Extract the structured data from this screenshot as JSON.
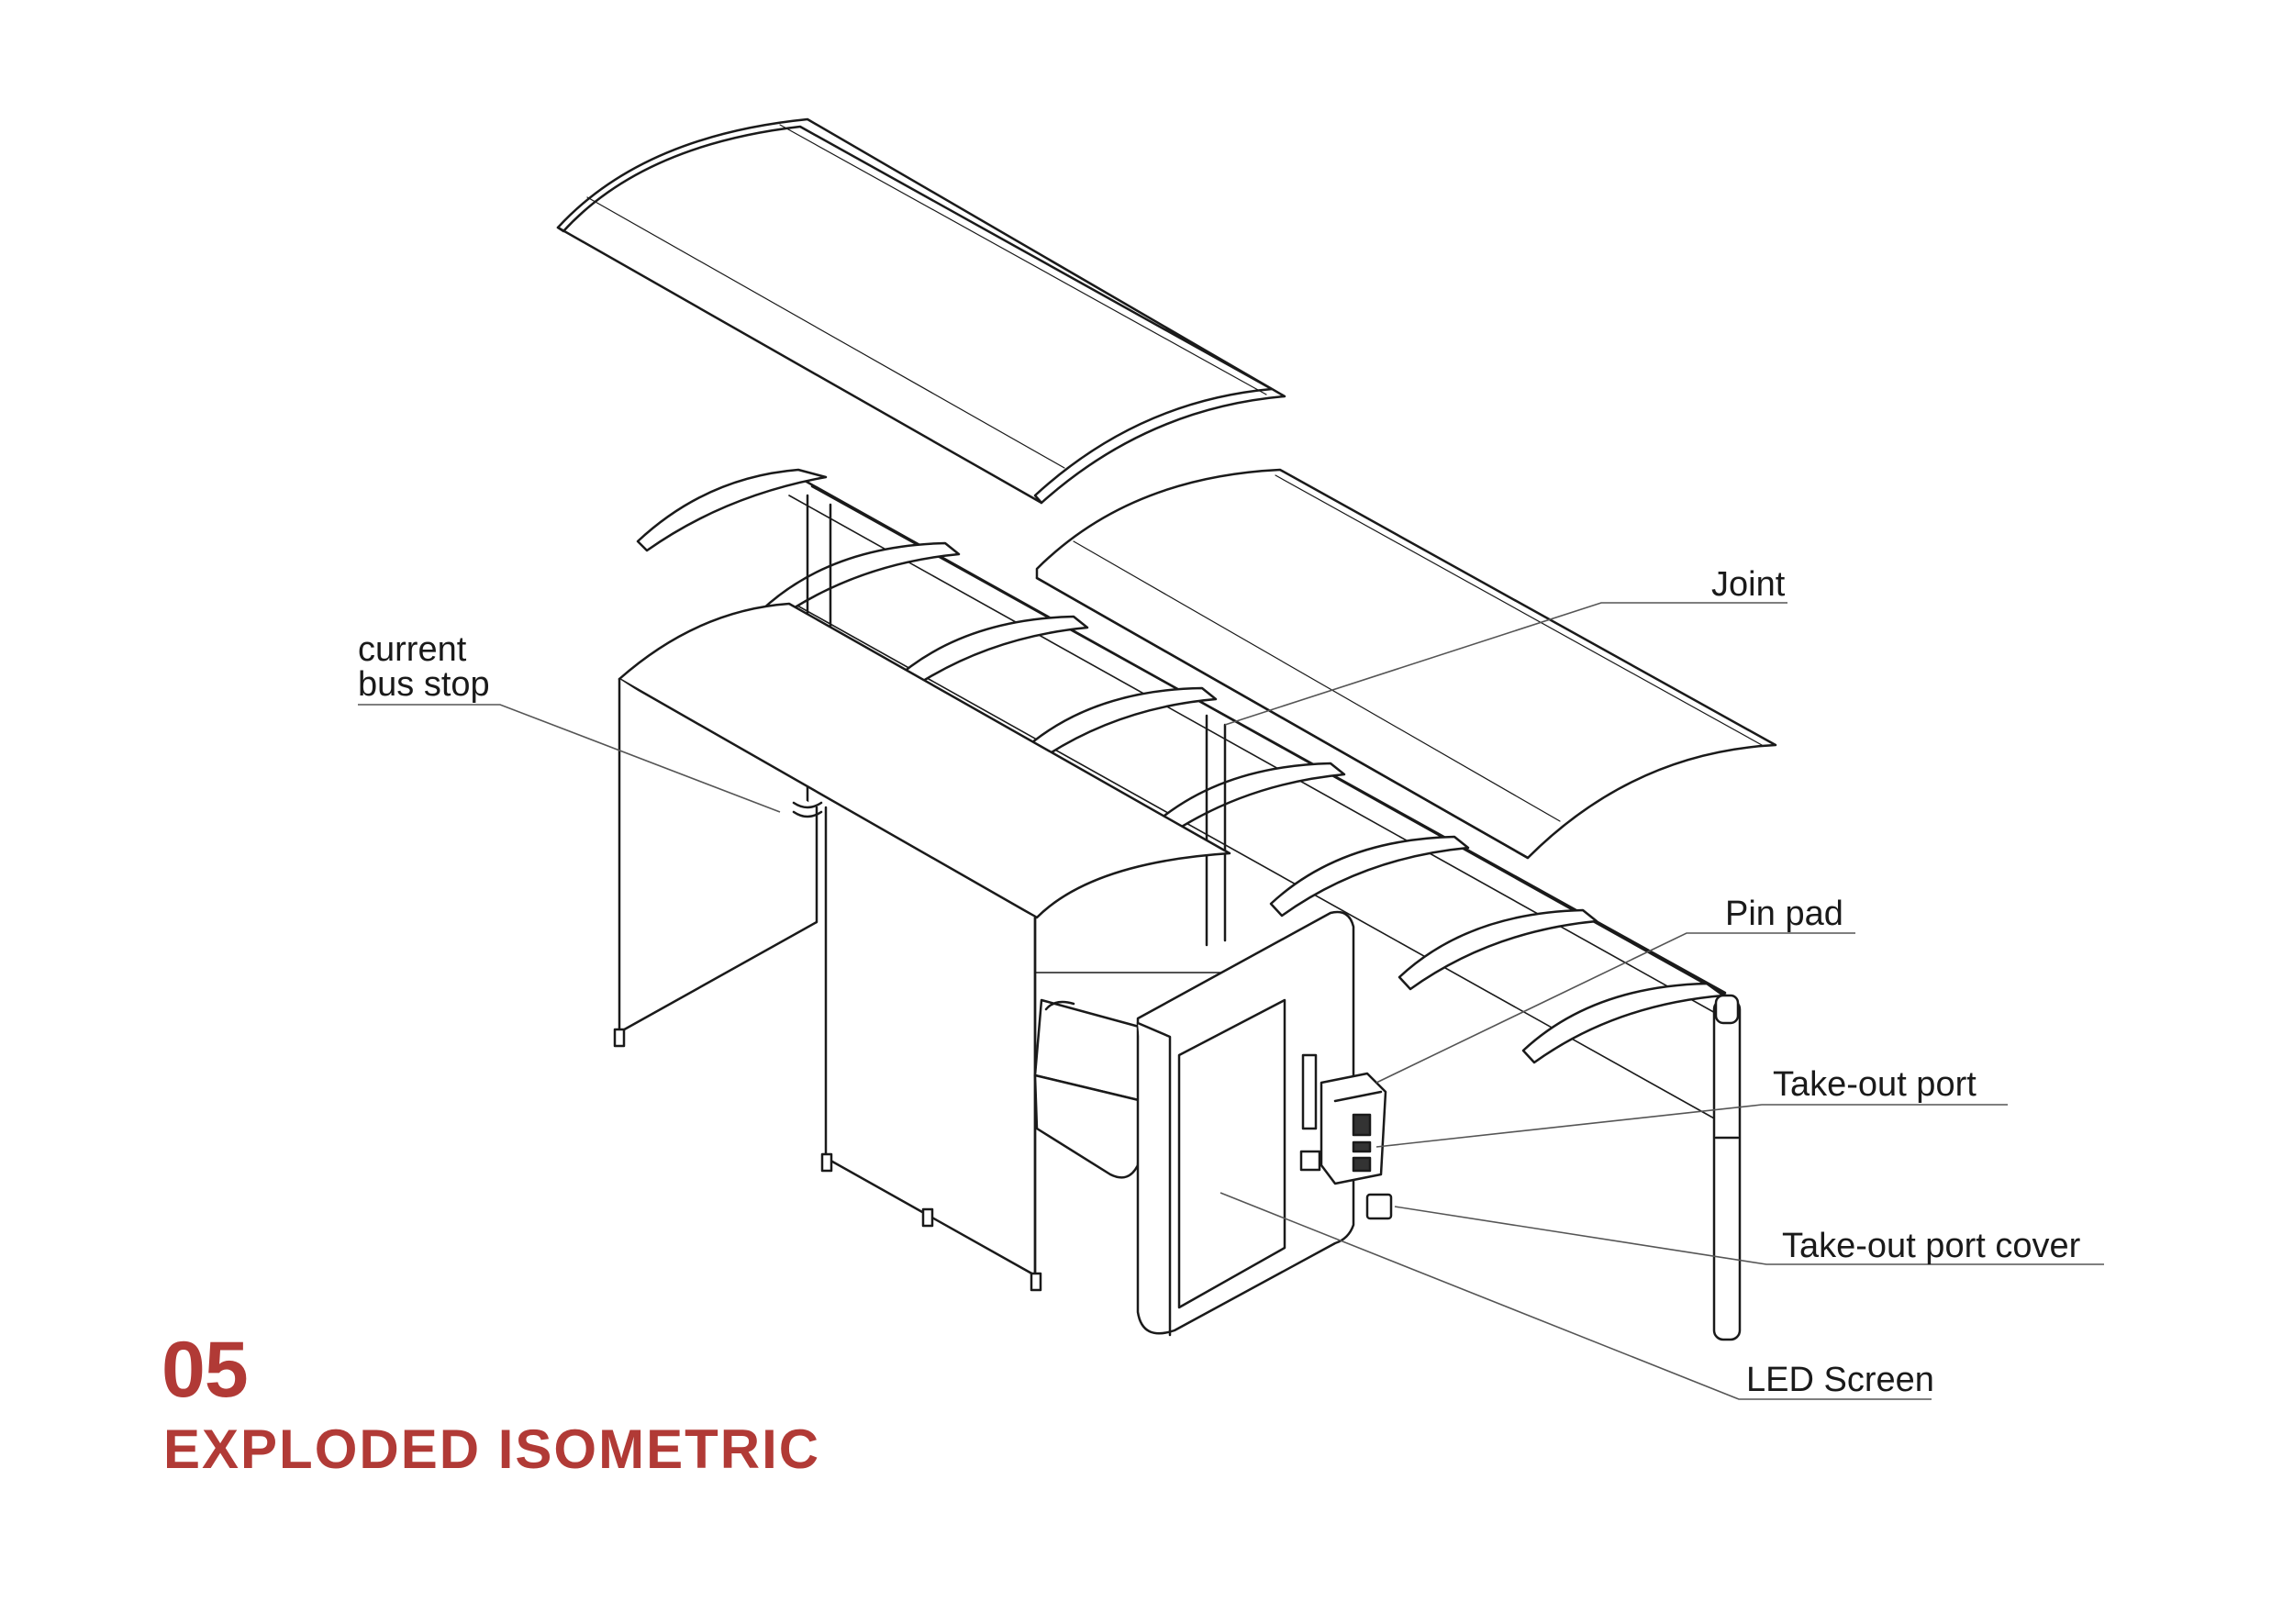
{
  "labels": {
    "joint": "Joint",
    "current_bus_stop_line1": "current",
    "current_bus_stop_line2": "bus stop",
    "pin_pad": "Pin pad",
    "take_out_port": "Take-out port",
    "take_out_port_cover": "Take-out port cover",
    "led_screen": "LED Screen"
  },
  "title": {
    "number": "05",
    "text": "EXPLODED ISOMETRIC"
  },
  "colors": {
    "accent": "#b13a36",
    "line": "#1a1a1a",
    "leader": "#555555"
  }
}
